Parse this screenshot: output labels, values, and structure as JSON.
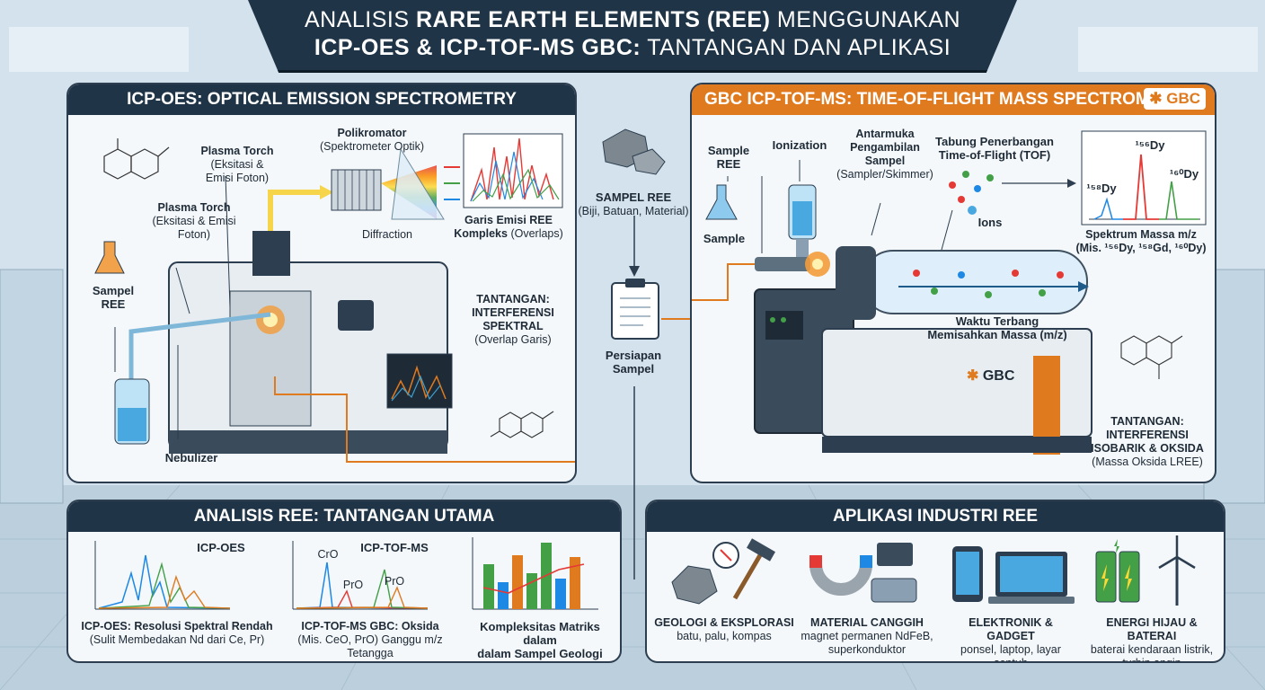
{
  "title": {
    "l1_pre": "ANALISIS ",
    "l1_bold": "RARE EARTH ELEMENTS (REE)",
    "l1_post": " MENGGUNAKAN",
    "l2_bold": "ICP-OES & ICP-TOF-MS GBC:",
    "l2_post": " TANTANGAN DAN APLIKASI"
  },
  "icp_oes": {
    "header": "ICP-OES: OPTICAL EMISSION SPECTROMETRY",
    "sample_label": "Sampel\nREE",
    "plasma1_title": "Plasma Torch",
    "plasma1_sub": "(Eksitasi &\nEmisi Foton)",
    "plasma2_title": "Plasma Torch",
    "plasma2_sub": "(Eksitasi & Emisi\nFoton)",
    "poly_title": "Polikromator",
    "poly_sub": "(Spektrometer Optik)",
    "diffraction": "Diffraction",
    "lines_title": "Garis Emisi REE\nKompleks",
    "lines_sub": "(Overlaps)",
    "challenge_title": "TANTANGAN:\nINTERFERENSI\nSPEKTRAL",
    "challenge_sub": "(Overlap Garis)",
    "nebulizer": "Nebulizer"
  },
  "middle": {
    "sample_title": "SAMPEL REE",
    "sample_sub": "(Biji, Batuan, Material)",
    "prep": "Persiapan\nSampel"
  },
  "tof": {
    "header": "GBC ICP-TOF-MS: TIME-OF-FLIGHT MASS SPECTROMETRY",
    "logo": "GBC",
    "sample_ree": "Sample\nREE",
    "sample": "Sample",
    "ionization": "Ionization",
    "interface_title": "Antarmuka\nPengambilan\nSampel",
    "interface_sub": "(Sampler/Skimmer)",
    "tube": "Tabung Penerbangan\nTime-of-Flight (TOF)",
    "ions": "Ions",
    "flight": "Waktu Terbang\nMemisahkan Massa (m/z)",
    "spectrum_title": "Spektrum Massa m/z",
    "spectrum_sub": "(Mis. ¹⁵⁶Dy, ¹⁵⁸Gd, ¹⁶⁰Dy)",
    "peak_156": "¹⁵⁶Dy",
    "peak_158": "¹⁵⁸Dy",
    "peak_160": "¹⁶⁰Dy",
    "challenge_title": "TANTANGAN:\nINTERFERENSI\nISOBARIK & OKSIDA",
    "challenge_sub": "(Massa Oksida LREE)",
    "machine_logo": "GBC"
  },
  "challenges": {
    "header": "ANALISIS REE: TANTANGAN UTAMA",
    "c1_chart": "ICP-OES",
    "c1_title": "ICP-OES: Resolusi Spektral Rendah",
    "c1_sub": "(Sulit Membedakan Nd dari Ce, Pr)",
    "c2_chart": "ICP-TOF-MS",
    "c2_cro": "CrO",
    "c2_pro1": "PrO",
    "c2_pro2": "PrO",
    "c2_title": "ICP-TOF-MS GBC: Oksida",
    "c2_sub": "(Mis. CeO, PrO) Ganggu m/z Tetangga",
    "c3_title": "Kompleksitas Matriks dalam\ndalam Sampel Geologi"
  },
  "apps": {
    "header": "APLIKASI INDUSTRI REE",
    "a1_title": "GEOLOGI & EKSPLORASI",
    "a1_sub": "batu, palu, kompas",
    "a2_title": "MATERIAL CANGGIH",
    "a2_sub": "magnet permanen NdFeB,\nsuperkonduktor",
    "a3_title": "ELEKTRONIK & GADGET",
    "a3_sub": "ponsel, laptop, layar\nsentuh",
    "a4_title": "ENERGI HIJAU & BATERAI",
    "a4_sub": "baterai kendaraan listrik,\nturbin angin"
  },
  "colors": {
    "dark": "#1f3447",
    "orange": "#e07a1f",
    "panel": "#f4f8fb"
  }
}
